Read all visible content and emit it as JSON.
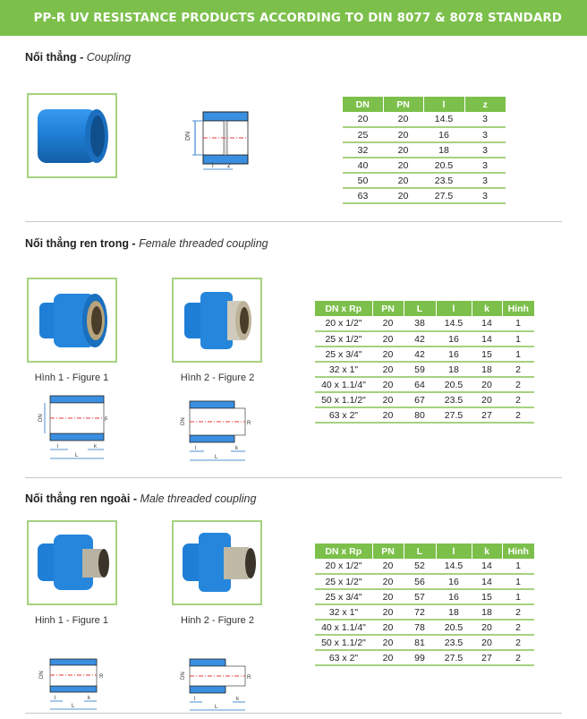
{
  "banner": {
    "title": "PP-R UV RESISTANCE PRODUCTS ACCORDING TO DIN 8077 & 8078 STANDARD"
  },
  "colors": {
    "accent": "#7cc04b",
    "accent_light": "#a6d27f",
    "product_blue": "#1f7fd6",
    "centerline_red": "#e53935"
  },
  "sections": [
    {
      "title_vi": "Nối thẳng - ",
      "title_en": "Coupling",
      "figures": [],
      "diagram_labels": [
        "DN",
        "l",
        "z"
      ],
      "table": {
        "headers": [
          "DN",
          "PN",
          "l",
          "z"
        ],
        "rows": [
          [
            "20",
            "20",
            "14.5",
            "3"
          ],
          [
            "25",
            "20",
            "16",
            "3"
          ],
          [
            "32",
            "20",
            "18",
            "3"
          ],
          [
            "40",
            "20",
            "20.5",
            "3"
          ],
          [
            "50",
            "20",
            "23.5",
            "3"
          ],
          [
            "63",
            "20",
            "27.5",
            "3"
          ]
        ]
      }
    },
    {
      "title_vi": "Nối thẳng ren trong - ",
      "title_en": "Female threaded coupling",
      "figures": [
        "Hình 1 - Figure 1",
        "Hình 2 - Figure 2"
      ],
      "diagram_labels": [
        "DN",
        "Rp",
        "l",
        "k",
        "L"
      ],
      "table": {
        "headers": [
          "DN x Rp",
          "PN",
          "L",
          "l",
          "k",
          "Hinh"
        ],
        "rows": [
          [
            "20 x 1/2\"",
            "20",
            "38",
            "14.5",
            "14",
            "1"
          ],
          [
            "25 x 1/2\"",
            "20",
            "42",
            "16",
            "14",
            "1"
          ],
          [
            "25 x 3/4\"",
            "20",
            "42",
            "16",
            "15",
            "1"
          ],
          [
            "32 x 1\"",
            "20",
            "59",
            "18",
            "18",
            "2"
          ],
          [
            "40 x 1.1/4\"",
            "20",
            "64",
            "20.5",
            "20",
            "2"
          ],
          [
            "50 x 1.1/2\"",
            "20",
            "67",
            "23.5",
            "20",
            "2"
          ],
          [
            "63 x 2\"",
            "20",
            "80",
            "27.5",
            "27",
            "2"
          ]
        ]
      }
    },
    {
      "title_vi": "Nối thẳng ren ngoài - ",
      "title_en": "Male threaded coupling",
      "figures": [
        "Hinh 1 - Figure 1",
        "Hinh 2 - Figure 2"
      ],
      "diagram_labels": [
        "DN",
        "R",
        "l",
        "k",
        "L"
      ],
      "table": {
        "headers": [
          "DN x Rp",
          "PN",
          "L",
          "l",
          "k",
          "Hinh"
        ],
        "rows": [
          [
            "20 x 1/2\"",
            "20",
            "52",
            "14.5",
            "14",
            "1"
          ],
          [
            "25 x 1/2\"",
            "20",
            "56",
            "16",
            "14",
            "1"
          ],
          [
            "25 x 3/4\"",
            "20",
            "57",
            "16",
            "15",
            "1"
          ],
          [
            "32 x 1\"",
            "20",
            "72",
            "18",
            "18",
            "2"
          ],
          [
            "40 x 1.1/4\"",
            "20",
            "78",
            "20.5",
            "20",
            "2"
          ],
          [
            "50 x 1.1/2\"",
            "20",
            "81",
            "23.5",
            "20",
            "2"
          ],
          [
            "63 x 2\"",
            "20",
            "99",
            "27.5",
            "27",
            "2"
          ]
        ]
      }
    }
  ]
}
